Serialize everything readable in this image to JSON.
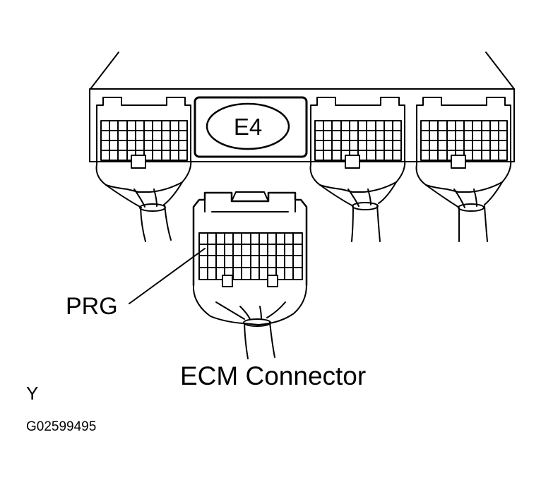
{
  "labels": {
    "connector_code": "E4",
    "terminal": "PRG",
    "component": "ECM Connector",
    "view_mark": "Y",
    "figure_id": "G02599495"
  }
}
